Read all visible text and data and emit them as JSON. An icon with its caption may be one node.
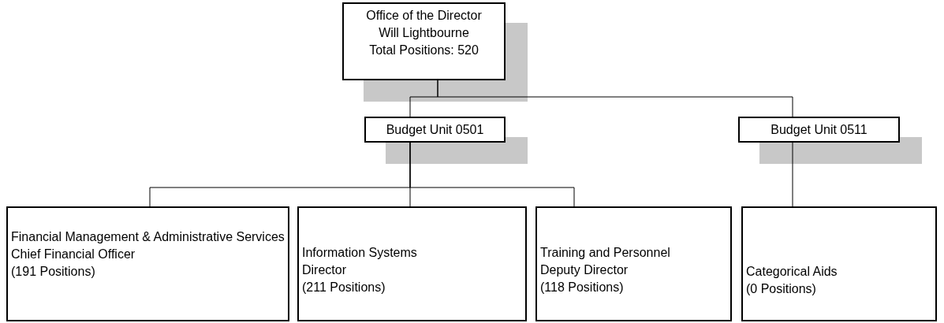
{
  "diagram": {
    "nodes": [
      {
        "text": [
          "Office of the Director",
          "Will Lightbourne",
          "Total Positions: 520"
        ]
      },
      {
        "text": [
          "Budget Unit 0501"
        ]
      },
      {
        "text": [
          "Budget Unit 0511"
        ]
      },
      {
        "text": [
          "Financial Management & Administrative Services",
          "Chief Financial Officer",
          "(191 Positions)"
        ]
      },
      {
        "text": [
          "Information Systems",
          "Director",
          "(211 Positions)"
        ]
      },
      {
        "text": [
          "Training and Personnel",
          "Deputy Director",
          "(118 Positions)"
        ]
      },
      {
        "text": [
          "Categorical Aids",
          "(0 Positions)"
        ]
      }
    ],
    "edges": [
      {
        "from": 0,
        "to": 1,
        "arrow": "none"
      },
      {
        "from": 0,
        "to": 2,
        "arrow": "none"
      },
      {
        "from": 1,
        "to": 3,
        "arrow": "none"
      },
      {
        "from": 1,
        "to": 4,
        "arrow": "none"
      },
      {
        "from": 1,
        "to": 5,
        "arrow": "none"
      },
      {
        "from": 2,
        "to": 6,
        "arrow": "none"
      }
    ]
  }
}
